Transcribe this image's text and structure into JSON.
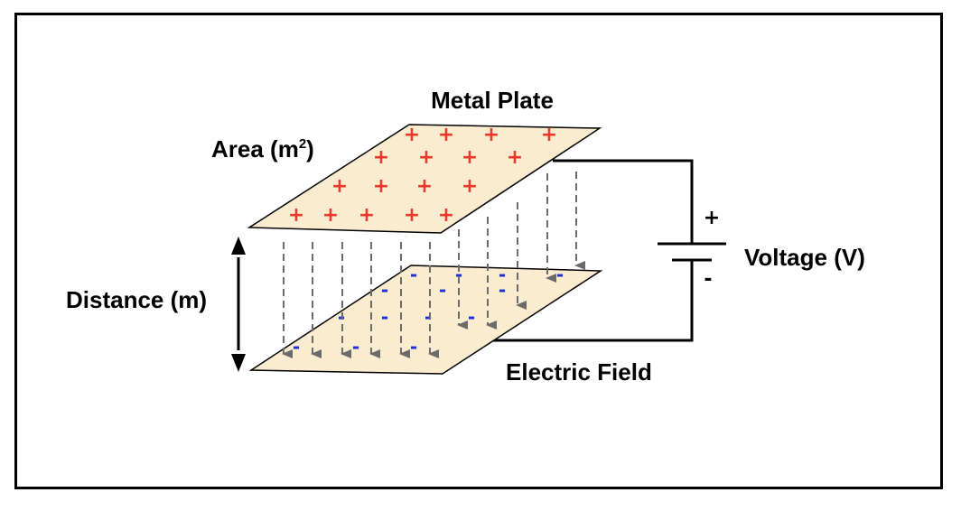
{
  "labels": {
    "metal_plate": "Metal Plate",
    "area": "Area (m",
    "area_exp": "2",
    "area_close": ")",
    "distance": "Distance (m)",
    "voltage": "Voltage (V)",
    "electric_field": "Electric Field"
  },
  "battery": {
    "positive": "+",
    "negative": "-"
  },
  "charges": {
    "positive": "+",
    "negative": "-"
  },
  "colors": {
    "plate_fill": "#fbeccf",
    "positive_charge": "#e8392b",
    "negative_charge": "#1a2fd6",
    "field_arrow": "#6b6b6b"
  }
}
